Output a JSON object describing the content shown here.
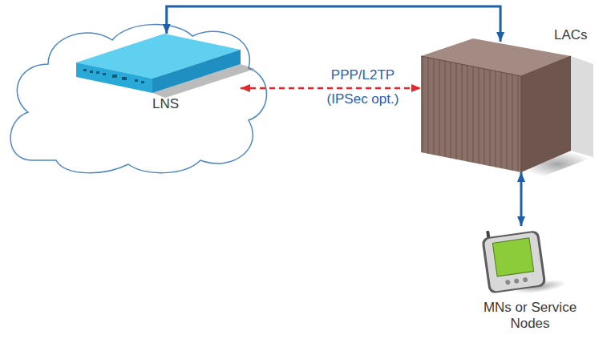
{
  "diagram": {
    "nodes": [
      {
        "text": [
          "LNS"
        ]
      },
      {
        "text": [
          "LACs"
        ]
      },
      {
        "text": [
          "MNs or Service Nodes"
        ]
      }
    ],
    "edges": [
      {
        "from": 0,
        "to": 1,
        "arrow": "both"
      },
      {
        "from": 0,
        "to": 1,
        "label": "PPP/L2TP (IPSec opt.)",
        "arrow": "both"
      },
      {
        "from": 1,
        "to": 2,
        "arrow": "both"
      }
    ]
  }
}
